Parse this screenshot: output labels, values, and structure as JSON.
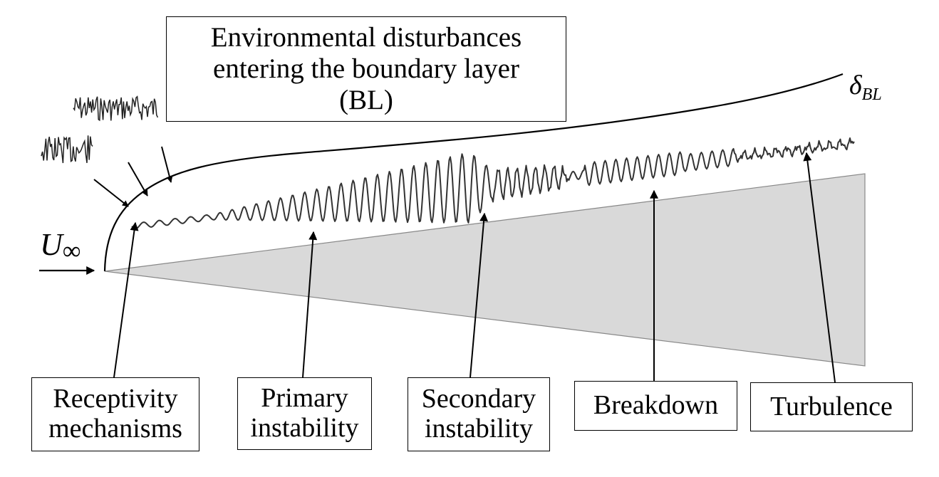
{
  "title": {
    "lines": [
      "Environmental disturbances",
      "entering the boundary layer",
      "(BL)"
    ]
  },
  "freestream": {
    "symbol": "U",
    "subscript": "∞"
  },
  "boundary_layer_thickness": {
    "symbol": "δ",
    "subscript": "BL"
  },
  "stages": [
    {
      "id": "receptivity",
      "lines": [
        "Receptivity",
        "mechanisms"
      ]
    },
    {
      "id": "primary",
      "lines": [
        "Primary",
        "instability"
      ]
    },
    {
      "id": "secondary",
      "lines": [
        "Secondary",
        "instability"
      ]
    },
    {
      "id": "breakdown",
      "lines": [
        "Breakdown"
      ]
    },
    {
      "id": "turbulence",
      "lines": [
        "Turbulence"
      ]
    }
  ],
  "colors": {
    "ink": "#000000",
    "body_fill": "#d9d9d9",
    "body_edge": "#888888",
    "signal": "#333333"
  }
}
